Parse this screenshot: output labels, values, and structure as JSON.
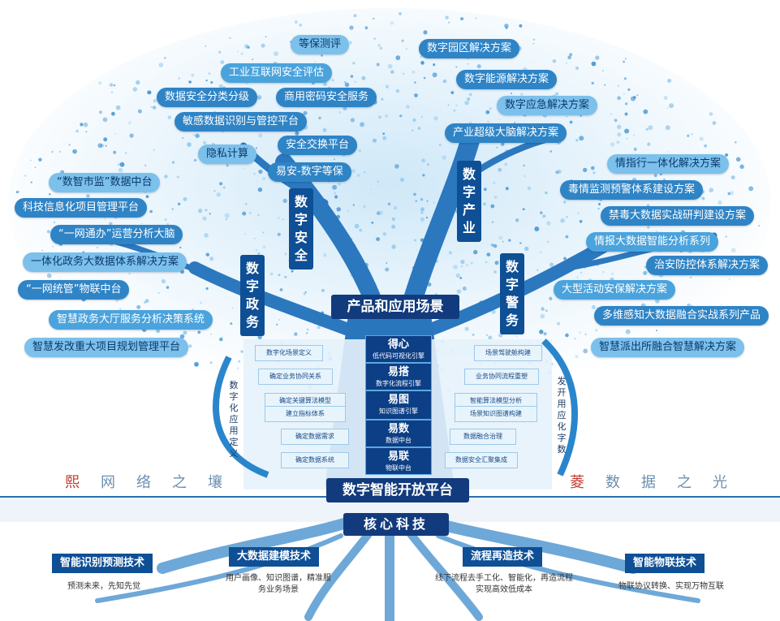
{
  "center": {
    "product_scene": "产品和应用场景",
    "platform": "数字智能开放平台",
    "core_tech": "核心科技"
  },
  "branches": {
    "gov": "数字政务",
    "security": "数字安全",
    "industry": "数字产业",
    "police": "数字警务"
  },
  "security_items": [
    "等保测评",
    "工业互联网安全评估",
    "数据安全分类分级",
    "商用密码安全服务",
    "敏感数据识别与管控平台",
    "安全交换平台",
    "隐私计算",
    "易安-数字等保"
  ],
  "industry_items": [
    "数字园区解决方案",
    "数字能源解决方案",
    "数字应急解决方案",
    "产业超级大脑解决方案"
  ],
  "gov_items": [
    "“数智市监”数据中台",
    "科技信息化项目管理平台",
    "“一网通办”运营分析大脑",
    "一体化政务大数据体系解决方案",
    "“一网统管”物联中台",
    "智慧政务大厅服务分析决策系统",
    "智慧发改重大项目规划管理平台"
  ],
  "police_items": [
    "情指行一体化解决方案",
    "毒情监测预警体系建设方案",
    "禁毒大数据实战研判建设方案",
    "情报大数据智能分析系列",
    "治安防控体系解决方案",
    "大型活动安保解决方案",
    "多维感知大数据融合实战系列产品",
    "智慧派出所融合智慧解决方案"
  ],
  "engines": [
    {
      "title": "得心",
      "sub": "低代码可视化引擎"
    },
    {
      "title": "易搭",
      "sub": "数字化流程引擎"
    },
    {
      "title": "易图",
      "sub": "知识图谱引擎"
    },
    {
      "title": "易数",
      "sub": "数据中台"
    },
    {
      "title": "易联",
      "sub": "物联中台"
    }
  ],
  "left_steps": [
    "数字化场景定义",
    "确定业务协同关系",
    "确定关键算法模型",
    "建立指标体系",
    "确定数据需求",
    "确定数据系统"
  ],
  "right_steps": [
    "场景驾驶舱构建",
    "业务协同流程重塑",
    "智能算法模型分析",
    "场景知识图谱构建",
    "数据融合治理",
    "数据安全汇聚集成"
  ],
  "left_arc": "数字化应用定义",
  "right_arc": "发开用应化字数",
  "side_left": [
    "熙",
    "网",
    "络",
    "之",
    "壤"
  ],
  "side_right": [
    "菱",
    "数",
    "据",
    "之",
    "光"
  ],
  "techs": [
    {
      "name": "智能识别预测技术",
      "desc": "预测未来，先知先觉"
    },
    {
      "name": "大数据建模技术",
      "desc": "用户画像、知识图谱，精准服务业务场景"
    },
    {
      "name": "流程再造技术",
      "desc": "线下流程去手工化、智能化，再造流程实现高效低成本"
    },
    {
      "name": "智能物联技术",
      "desc": "物联协议转换、实现万物互联"
    }
  ],
  "colors": {
    "dark_blue": "#123b7d",
    "mid_blue": "#2f84c6",
    "light_blue": "#7cc0ec",
    "accent_red": "#c0392b"
  }
}
